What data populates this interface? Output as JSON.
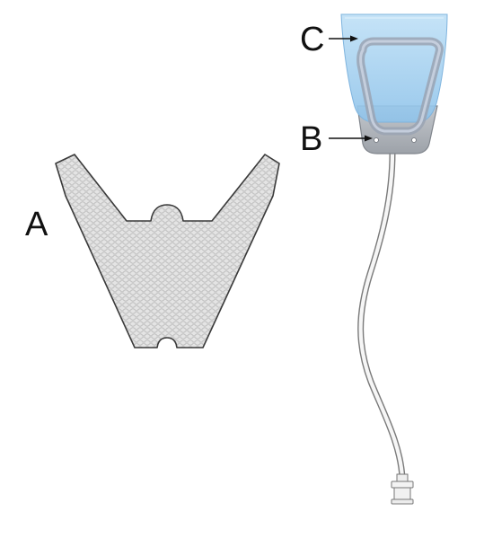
{
  "labels": {
    "a": "A",
    "b": "B",
    "c": "C"
  },
  "colors": {
    "background": "#ffffff",
    "outline": "#3a3a3a",
    "mesh_fill": "#e2e2e2",
    "mesh_cell": "#b8b8b8",
    "bag_fill": "#a9d3f0",
    "bag_edge": "#6fa9d6",
    "frame_fill": "#b7bcc7",
    "base_fill": "#aeb3ba",
    "tube_fill": "#f4f4f4"
  }
}
